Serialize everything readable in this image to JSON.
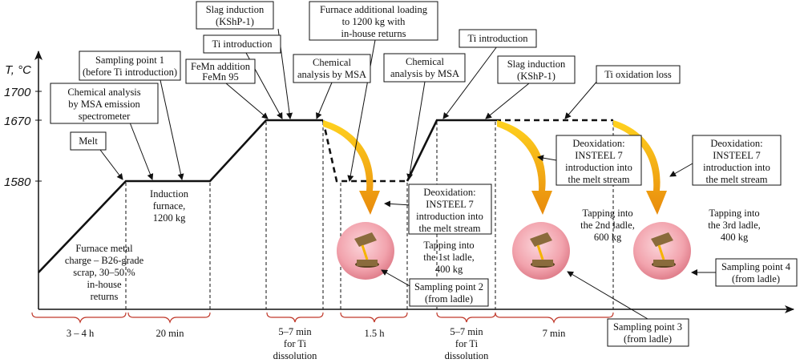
{
  "axis": {
    "y_label": "T, °C",
    "y_ticks": [
      "1700",
      "1670",
      "1580"
    ]
  },
  "boxes": {
    "melt": "Melt",
    "chem_msa_emission": [
      "Chemical analysis",
      "by MSA emission",
      "spectrometer"
    ],
    "sampling_1": [
      "Sampling point 1",
      "(before Ti introduction)"
    ],
    "femn": [
      "FeMn addition",
      "FeMn 95"
    ],
    "slag_1": [
      "Slag induction",
      "(KShP-1)"
    ],
    "ti_intro_1": "Ti introduction",
    "chem_msa_1": [
      "Chemical",
      "analysis by MSA"
    ],
    "furnace_loading": [
      "Furnace additional loading",
      "to 1200 kg with",
      "in-house returns"
    ],
    "chem_msa_2": [
      "Chemical",
      "analysis by MSA"
    ],
    "ti_intro_2": "Ti introduction",
    "slag_2": [
      "Slag induction",
      "(KShP-1)"
    ],
    "ti_loss": "Ti oxidation loss",
    "deox_1": [
      "Deoxidation:",
      "INSTEEL 7",
      "introduction into",
      "the melt stream"
    ],
    "deox_2": [
      "Deoxidation:",
      "INSTEEL 7",
      "introduction into",
      "the melt stream"
    ],
    "deox_3": [
      "Deoxidation:",
      "INSTEEL 7",
      "introduction into",
      "the melt stream"
    ],
    "sampling_2": [
      "Sampling point 2",
      "(from ladle)"
    ],
    "sampling_3": [
      "Sampling point 3",
      "(from ladle)"
    ],
    "sampling_4": [
      "Sampling point 4",
      "(from ladle)"
    ]
  },
  "labels": {
    "charge": [
      "Furnace metal",
      "charge – B26-grade",
      "scrap, 30–50 %",
      "in-house",
      "returns"
    ],
    "induction": [
      "Induction",
      "furnace,",
      "1200 kg"
    ],
    "tap_1": [
      "Tapping into",
      "the 1st ladle,",
      "400 kg"
    ],
    "tap_2": [
      "Tapping into",
      "the 2nd ladle,",
      "600 kg"
    ],
    "tap_3": [
      "Tapping into",
      "the 3rd ladle,",
      "400 kg"
    ]
  },
  "durations": {
    "d1": "3 – 4 h",
    "d2": "20 min",
    "d3": [
      "5–7 min",
      "for Ti",
      "dissolution"
    ],
    "d4": "1.5 h",
    "d5": [
      "5–7 min",
      "for Ti",
      "dissolution"
    ],
    "d6": "7 min"
  },
  "colors": {
    "arrow_light": "#ffd21f",
    "arrow_dark": "#e88a0c",
    "ladle_disc": "#f2a3ad",
    "brace": "#c0392b"
  }
}
